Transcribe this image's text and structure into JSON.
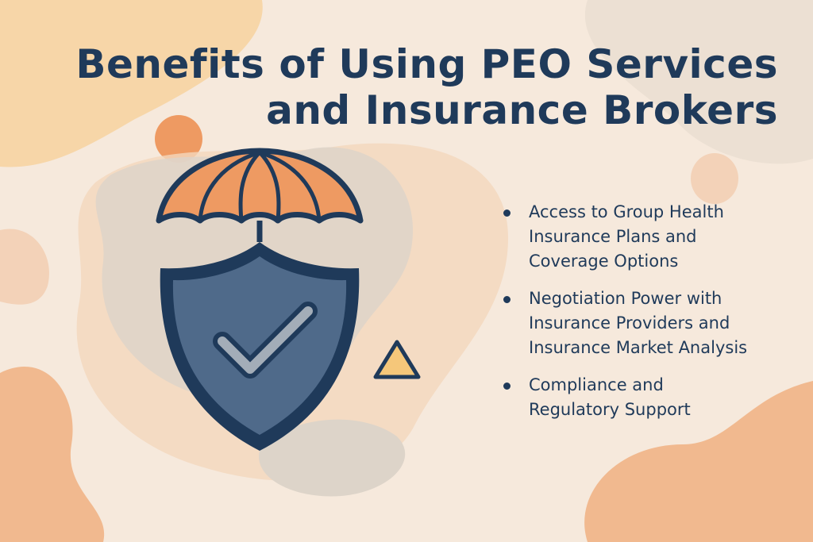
{
  "title": {
    "line1": "Benefits of Using PEO Services",
    "line2": "and Insurance Brokers"
  },
  "benefits": [
    {
      "text": "Access to Group Health Insurance Plans and Coverage Options"
    },
    {
      "text": "Negotiation Power with Insurance Providers and Insurance Market Analysis"
    },
    {
      "text": "Compliance and Regulatory Support"
    }
  ],
  "colors": {
    "background": "#f6e9dc",
    "navy": "#1f3a5a",
    "shield": "#4f6a8a",
    "umbrella": "#ee9a62",
    "warning": "#f5c77a"
  },
  "icons": [
    "umbrella-icon",
    "shield-check-icon",
    "warning-triangle-icon"
  ]
}
